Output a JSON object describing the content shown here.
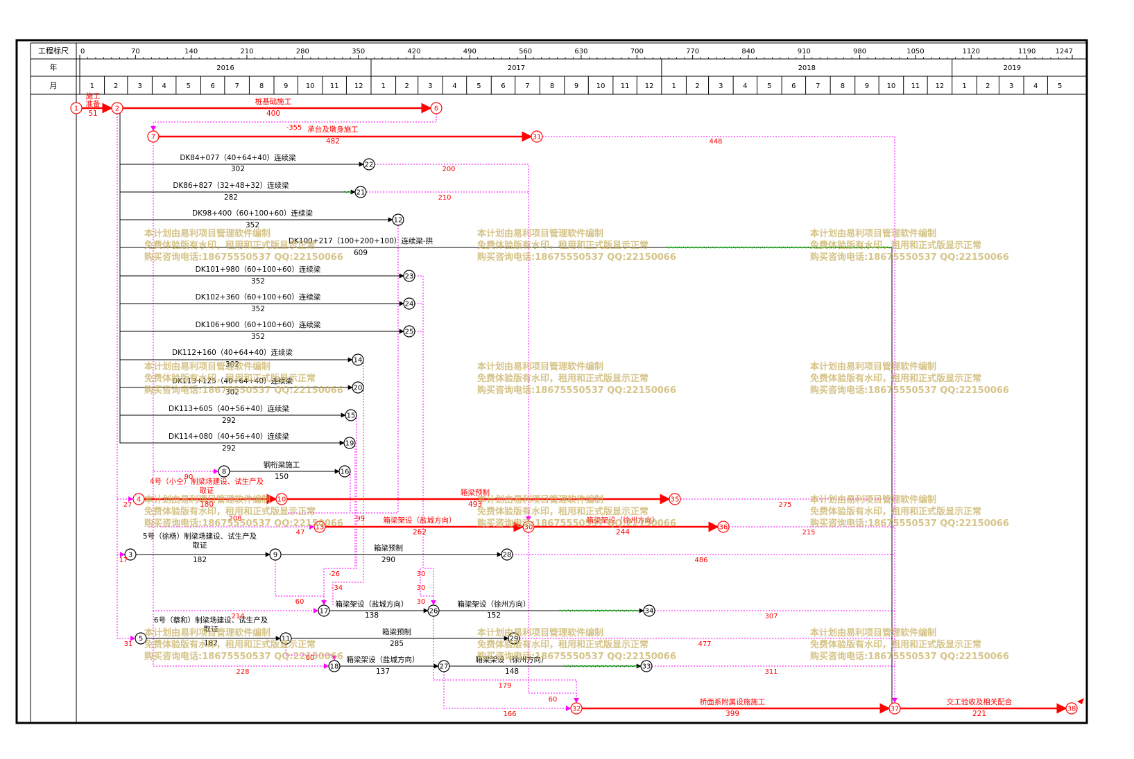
{
  "colors": {
    "critical": "#ff0000",
    "normal": "#000000",
    "dummy": "#ff00ff",
    "float": "#00cc00",
    "watermark": "#c8b060",
    "grid": "#000000"
  },
  "header": {
    "scale_label": "工程标尺",
    "year_label": "年",
    "month_label": "月"
  },
  "scale": {
    "ticks": [
      "0",
      "70",
      "140",
      "210",
      "280",
      "350",
      "420",
      "490",
      "560",
      "630",
      "700",
      "770",
      "840",
      "910",
      "980",
      "1050",
      "1120",
      "1190",
      "1247"
    ]
  },
  "years": [
    "2016",
    "2017",
    "2018",
    "2019"
  ],
  "months": [
    [
      "1",
      "2",
      "3",
      "4",
      "5",
      "6",
      "7",
      "8",
      "9",
      "10",
      "11",
      "12"
    ],
    [
      "1",
      "2",
      "3",
      "4",
      "5",
      "6",
      "7",
      "8",
      "9",
      "10",
      "11",
      "12"
    ],
    [
      "1",
      "2",
      "3",
      "4",
      "5",
      "6",
      "7",
      "8",
      "9",
      "10",
      "11",
      "12"
    ],
    [
      "1",
      "2",
      "3",
      "4",
      "5"
    ]
  ],
  "nodes": [
    {
      "id": "1",
      "critical": true
    },
    {
      "id": "2",
      "critical": true
    },
    {
      "id": "6",
      "critical": true
    },
    {
      "id": "7",
      "critical": true
    },
    {
      "id": "31",
      "critical": true
    },
    {
      "id": "22",
      "critical": false
    },
    {
      "id": "21",
      "critical": false
    },
    {
      "id": "12",
      "critical": false
    },
    {
      "id": "23",
      "critical": false
    },
    {
      "id": "24",
      "critical": false
    },
    {
      "id": "25",
      "critical": false
    },
    {
      "id": "14",
      "critical": false
    },
    {
      "id": "20",
      "critical": false
    },
    {
      "id": "15",
      "critical": false
    },
    {
      "id": "19",
      "critical": false
    },
    {
      "id": "8",
      "critical": false
    },
    {
      "id": "16",
      "critical": false
    },
    {
      "id": "4",
      "critical": true
    },
    {
      "id": "10",
      "critical": true
    },
    {
      "id": "35",
      "critical": true
    },
    {
      "id": "13",
      "critical": true
    },
    {
      "id": "30",
      "critical": true
    },
    {
      "id": "36",
      "critical": true
    },
    {
      "id": "3",
      "critical": false
    },
    {
      "id": "9",
      "critical": false
    },
    {
      "id": "28",
      "critical": false
    },
    {
      "id": "17",
      "critical": false
    },
    {
      "id": "26",
      "critical": false
    },
    {
      "id": "34",
      "critical": false
    },
    {
      "id": "5",
      "critical": false
    },
    {
      "id": "11",
      "critical": false
    },
    {
      "id": "29",
      "critical": false
    },
    {
      "id": "18",
      "critical": false
    },
    {
      "id": "27",
      "critical": false
    },
    {
      "id": "33",
      "critical": false
    },
    {
      "id": "32",
      "critical": true
    },
    {
      "id": "37",
      "critical": true
    },
    {
      "id": "38",
      "critical": true
    }
  ],
  "activities": [
    {
      "name": "施工准备",
      "duration": "51",
      "critical": true
    },
    {
      "name": "桩基础施工",
      "duration": "400",
      "critical": true
    },
    {
      "name": "承台及墩身施工",
      "duration": "482",
      "critical": true
    },
    {
      "name": "DK84+077（40+64+40）连续梁",
      "duration": "302",
      "critical": false
    },
    {
      "name": "DK86+827（32+48+32）连续梁",
      "duration": "282",
      "critical": false
    },
    {
      "name": "DK98+400（60+100+60）连续梁",
      "duration": "352",
      "critical": false
    },
    {
      "name": "DK100+217（100+200+100）连续梁-拱",
      "duration": "609",
      "critical": false
    },
    {
      "name": "DK101+980（60+100+60）连续梁",
      "duration": "352",
      "critical": false
    },
    {
      "name": "DK102+360（60+100+60）连续梁",
      "duration": "352",
      "critical": false
    },
    {
      "name": "DK106+900（60+100+60）连续梁",
      "duration": "352",
      "critical": false
    },
    {
      "name": "DK112+160（40+64+40）连续梁",
      "duration": "302",
      "critical": false
    },
    {
      "name": "DK113+125（40+64+40）连续梁",
      "duration": "302",
      "critical": false
    },
    {
      "name": "DK113+605（40+56+40）连续梁",
      "duration": "292",
      "critical": false
    },
    {
      "name": "DK114+080（40+56+40）连续梁",
      "duration": "292",
      "critical": false
    },
    {
      "name": "钢桁梁施工",
      "duration": "150",
      "critical": false
    },
    {
      "name": "4号（小仝）制梁场建设、试生产及取证",
      "duration": "180",
      "critical": true
    },
    {
      "name": "箱梁预制",
      "duration": "493",
      "critical": true
    },
    {
      "name": "箱梁架设（盐城方向）",
      "duration": "262",
      "critical": true
    },
    {
      "name": "箱梁架设（徐州方向）",
      "duration": "244",
      "critical": true
    },
    {
      "name": "5号（徐杨）制梁场建设、试生产及取证",
      "duration": "182",
      "critical": false
    },
    {
      "name": "箱梁预制",
      "duration": "290",
      "critical": false
    },
    {
      "name": "箱梁架设（盐城方向）",
      "duration": "138",
      "critical": false
    },
    {
      "name": "箱梁架设（徐州方向）",
      "duration": "152",
      "critical": false
    },
    {
      "name": "6号（蔡和）制梁场建设、试生产及取证",
      "duration": "182",
      "critical": false
    },
    {
      "name": "箱梁预制",
      "duration": "285",
      "critical": false
    },
    {
      "name": "箱梁架设（盐城方向）",
      "duration": "137",
      "critical": false
    },
    {
      "name": "箱梁架设（徐州方向）",
      "duration": "148",
      "critical": false
    },
    {
      "name": "桥面系附属设施施工",
      "duration": "399",
      "critical": true
    },
    {
      "name": "交工验收及相关配合",
      "duration": "221",
      "critical": true
    }
  ],
  "dummy_labels": [
    "-355",
    "448",
    "200",
    "210",
    "90",
    "27",
    "208",
    "-99",
    "47",
    "275",
    "215",
    "17",
    "486",
    "-26",
    "-34",
    "30",
    "30",
    "30",
    "60",
    "214",
    "307",
    "31",
    "477",
    "60",
    "228",
    "311",
    "179",
    "60",
    "166"
  ],
  "watermark": {
    "line1": "本计划由易利项目管理软件编制",
    "line2": "免费体验版有水印，租用和正式版显示正常",
    "line3": "购买咨询电话:18675550537 QQ:22150066"
  }
}
